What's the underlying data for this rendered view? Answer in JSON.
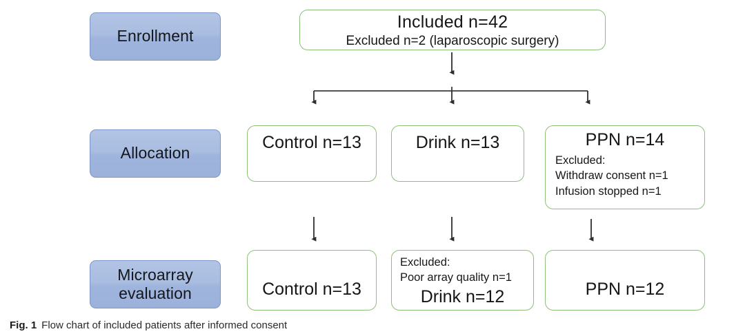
{
  "figure": {
    "caption_label": "Fig. 1",
    "caption_text": "Flow chart of included patients after informed consent"
  },
  "colors": {
    "stage_box_fill": "#a9bde1",
    "stage_box_border": "#7a96c8",
    "node_border": "#8cbf7a",
    "node_fill": "#ffffff",
    "connector": "#3b3b3b",
    "text": "#161616"
  },
  "stages": [
    {
      "id": "enrollment",
      "label": "Enrollment"
    },
    {
      "id": "allocation",
      "label": "Allocation"
    },
    {
      "id": "microarray",
      "label_line1": "Microarray",
      "label_line2": "evaluation"
    }
  ],
  "nodes": {
    "included": {
      "title": "Included  n=42",
      "subtitle": "Excluded n=2 (laparoscopic surgery)"
    },
    "allocation": {
      "control": {
        "title": "Control n=13"
      },
      "drink": {
        "title": "Drink n=13"
      },
      "ppn": {
        "title": "PPN n=14",
        "excluded_header": "Excluded:",
        "excluded_items": [
          "Withdraw consent n=1",
          "Infusion stopped    n=1"
        ]
      }
    },
    "microarray": {
      "control": {
        "title": "Control n=13"
      },
      "drink": {
        "excluded_header": "Excluded:",
        "excluded_items": [
          "Poor array quality n=1"
        ],
        "title": "Drink n=12"
      },
      "ppn": {
        "title": "PPN n=12"
      }
    }
  },
  "connectors": {
    "description": "One arrow from Included box down to a horizontal split bar, which branches to three allocation boxes; then one arrow from each allocation box down to the matching microarray box."
  }
}
